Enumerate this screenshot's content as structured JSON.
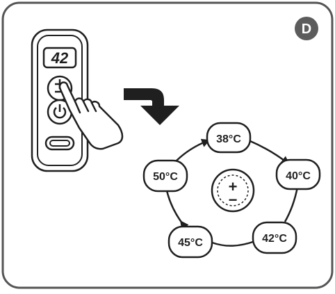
{
  "panel": {
    "badge": "D"
  },
  "remote": {
    "display_value": "42",
    "plus_minus_icon": "plus-minus-icon",
    "power_icon": "power-icon",
    "usb_port_icon": "usb-c-port-icon"
  },
  "hand_icon": "pointing-hand-icon",
  "arrow_icon": "curved-arrow-icon",
  "cycle": {
    "center_icon": "plus-minus-icon",
    "center_plus": "+",
    "center_minus": "−",
    "temps": [
      "38°C",
      "40°C",
      "42°C",
      "45°C",
      "50°C"
    ]
  },
  "colors": {
    "stroke": "#1f1f1f",
    "outer_border": "#555555",
    "badge_bg": "#5c5c5c",
    "badge_text": "#ffffff"
  }
}
